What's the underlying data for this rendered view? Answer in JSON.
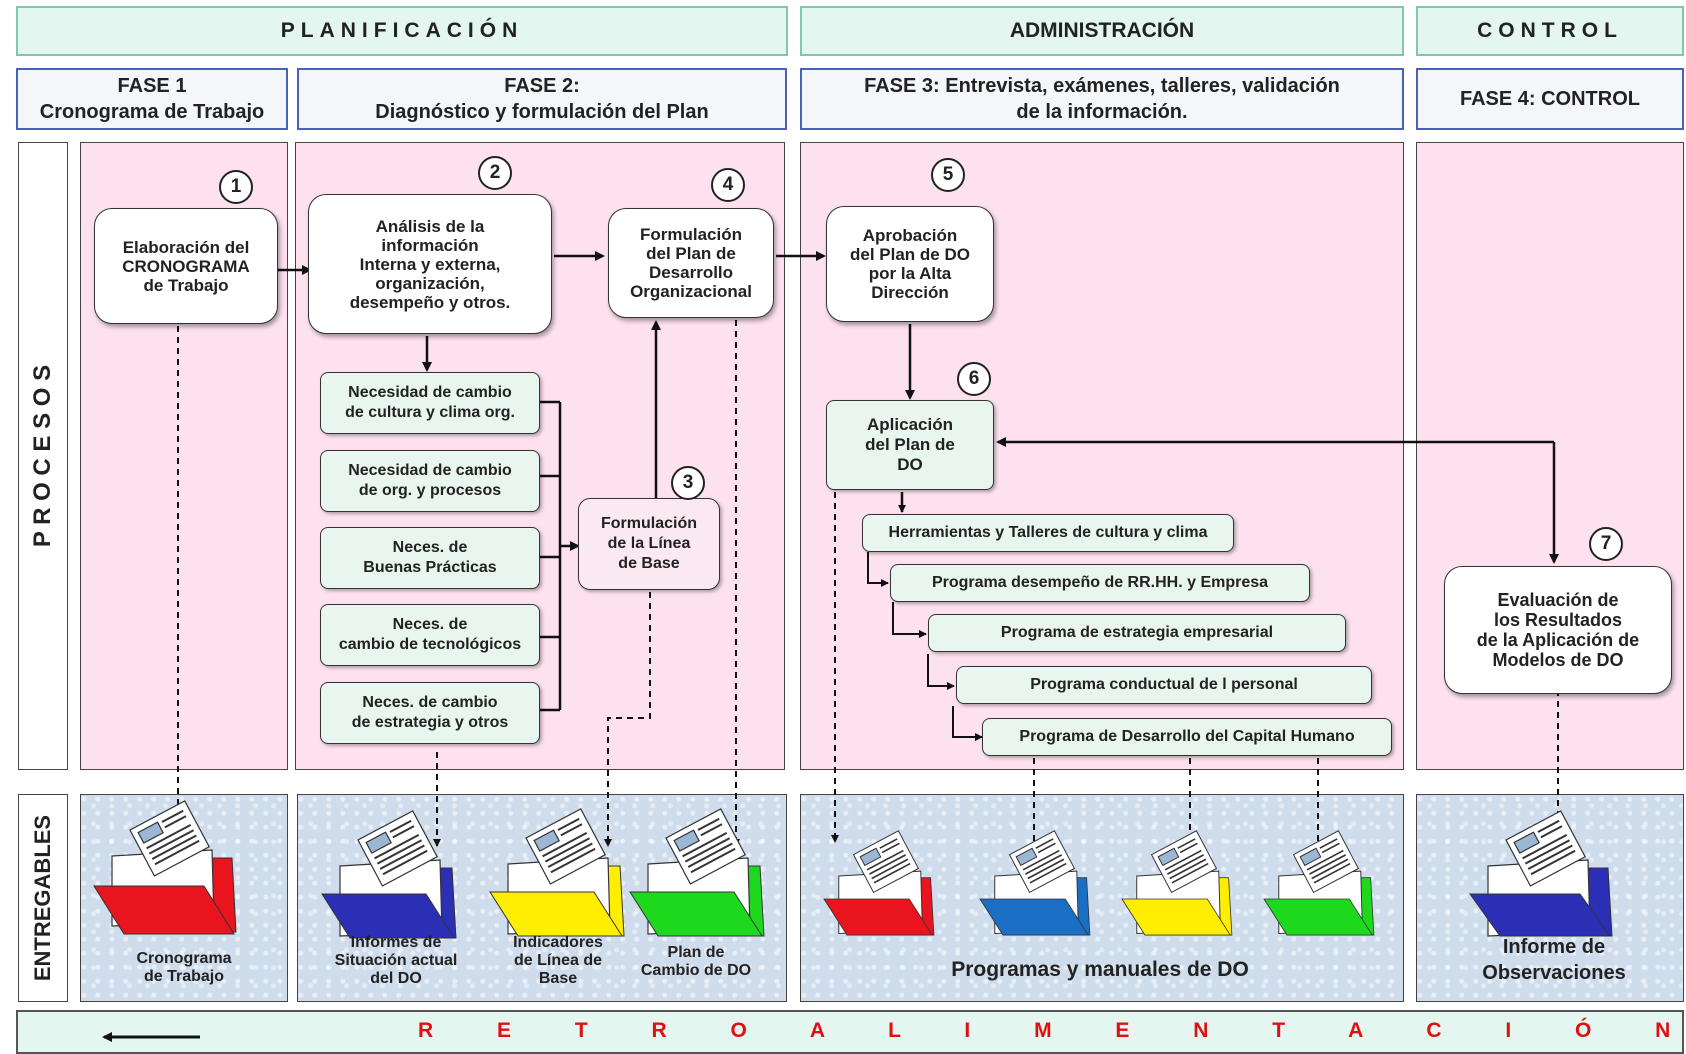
{
  "headers": {
    "planificacion": "PLANIFICACIÓN",
    "administracion": "ADMINISTRACIÓN",
    "control": "CONTROL"
  },
  "phases": {
    "fase1": "FASE 1\nCronograma de Trabajo",
    "fase2": "FASE 2:\nDiagnóstico  y formulación del Plan",
    "fase3": "FASE 3:  Entrevista, exámenes, talleres, validación\nde la  información.",
    "fase4": "FASE 4: CONTROL"
  },
  "side_labels": {
    "procesos": "P R O C E S O S",
    "entregables": "ENTREGABLES"
  },
  "steps": {
    "s1": "1",
    "s2": "2",
    "s3": "3",
    "s4": "4",
    "s5": "5",
    "s6": "6",
    "s7": "7"
  },
  "processes": {
    "elaboracion": "Elaboración del\nCRONOGRAMA\nde Trabajo",
    "analisis": "Análisis de la\ninformación\nInterna y externa,\norganización,\ndesempeño y otros.",
    "formulacion_plan": "Formulación\ndel Plan de\nDesarrollo\nOrganizacional",
    "formulacion_linea": "Formulación\nde la Línea\nde Base",
    "aprobacion": "Aprobación\ndel Plan de DO\npor la Alta\nDirección",
    "aplicacion": "Aplicación\ndel Plan de\nDO",
    "evaluacion": "Evaluación de\nlos Resultados\nde la Aplicación de\nModelos de DO"
  },
  "needs": [
    "Necesidad de cambio\nde cultura y clima org.",
    "Necesidad de cambio\nde org. y procesos",
    "Neces.  de\nBuenas Prácticas",
    "Neces.  de\ncambio de tecnológicos",
    "Neces.  de cambio\nde estrategia y otros"
  ],
  "programs": [
    "Herramientas y Talleres de cultura y clima",
    "Programa desempeño de RR.HH.  y Empresa",
    "Programa de estrategia empresarial",
    "Programa conductual de l personal",
    "Programa de Desarrollo del Capital Humano"
  ],
  "deliverables": {
    "cronograma": "Cronograma\nde Trabajo",
    "informes": "Informes de\nSituación actual\ndel DO",
    "indicadores": "Indicadores\nde Línea de\nBase",
    "plan_cambio": "Plan de\nCambio de DO",
    "programas": "Programas y manuales de DO",
    "informe_obs": "Informe de\nObservaciones"
  },
  "feedback": "R E T R O A L I M E N T A C I Ó N",
  "colors": {
    "folder_red": "#e8141e",
    "folder_blue": "#2a2fb5",
    "folder_yellow": "#ffee00",
    "folder_green": "#1ed81e",
    "folder_steelblue": "#1a6fc4",
    "feedback_text": "#e01010"
  }
}
